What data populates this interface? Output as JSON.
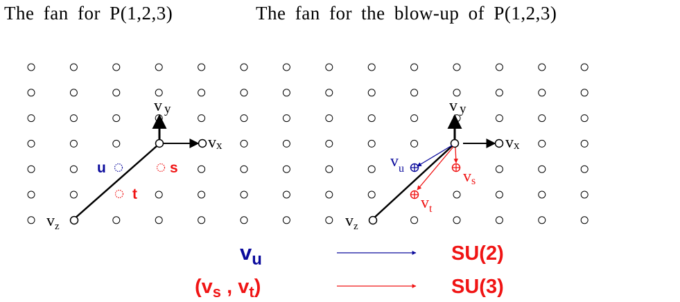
{
  "titles": {
    "left": "The fan for P(1,2,3)",
    "right": "The fan for the blow-up of P(1,2,3)"
  },
  "colors": {
    "black": "#000000",
    "blue": "#0a0a9c",
    "red": "#f01414"
  },
  "left_fan": {
    "labels": {
      "vy": "v",
      "vy_sub": "y",
      "vx": "v",
      "vx_sub": "x",
      "vz": "v",
      "vz_sub": "z",
      "u": "u",
      "s": "s",
      "t": "t"
    }
  },
  "right_fan": {
    "labels": {
      "vy": "v",
      "vy_sub": "y",
      "vx": "v",
      "vx_sub": "x",
      "vz": "v",
      "vz_sub": "z",
      "vu": "v",
      "vu_sub": "u",
      "vs": "v",
      "vs_sub": "s",
      "vt": "v",
      "vt_sub": "t"
    }
  },
  "legend": [
    {
      "left": "v",
      "left_sub": "u",
      "right": "SU(2)",
      "color": "blue"
    },
    {
      "left_open": "(v",
      "left_sub1": "s",
      "left_mid": " ,  v",
      "left_sub2": "t",
      "left_close": ")",
      "right": "SU(3)",
      "color": "red"
    }
  ]
}
